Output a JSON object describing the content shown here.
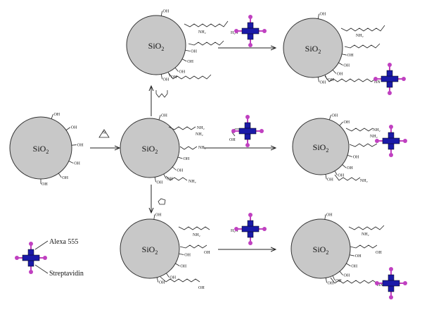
{
  "legend": {
    "top_label": "Alexa 555",
    "bottom_label": "Streptavidin"
  },
  "particle": {
    "label_main": "SiO",
    "label_sub": "2",
    "surface_group": "OH"
  },
  "functional_groups": {
    "amine_label": "NH₂",
    "amine_label_plain": "NH₂",
    "protein_amine_label": "H₂N",
    "protein_amide_label": "HN",
    "aziridine_label": "N",
    "acid_label": "OH"
  },
  "colors": {
    "particle_fill": "#c8c8c8",
    "particle_stroke": "#333333",
    "streptavidin": "#1a1aa8",
    "alexa": "#c040c0",
    "line": "#222222"
  }
}
